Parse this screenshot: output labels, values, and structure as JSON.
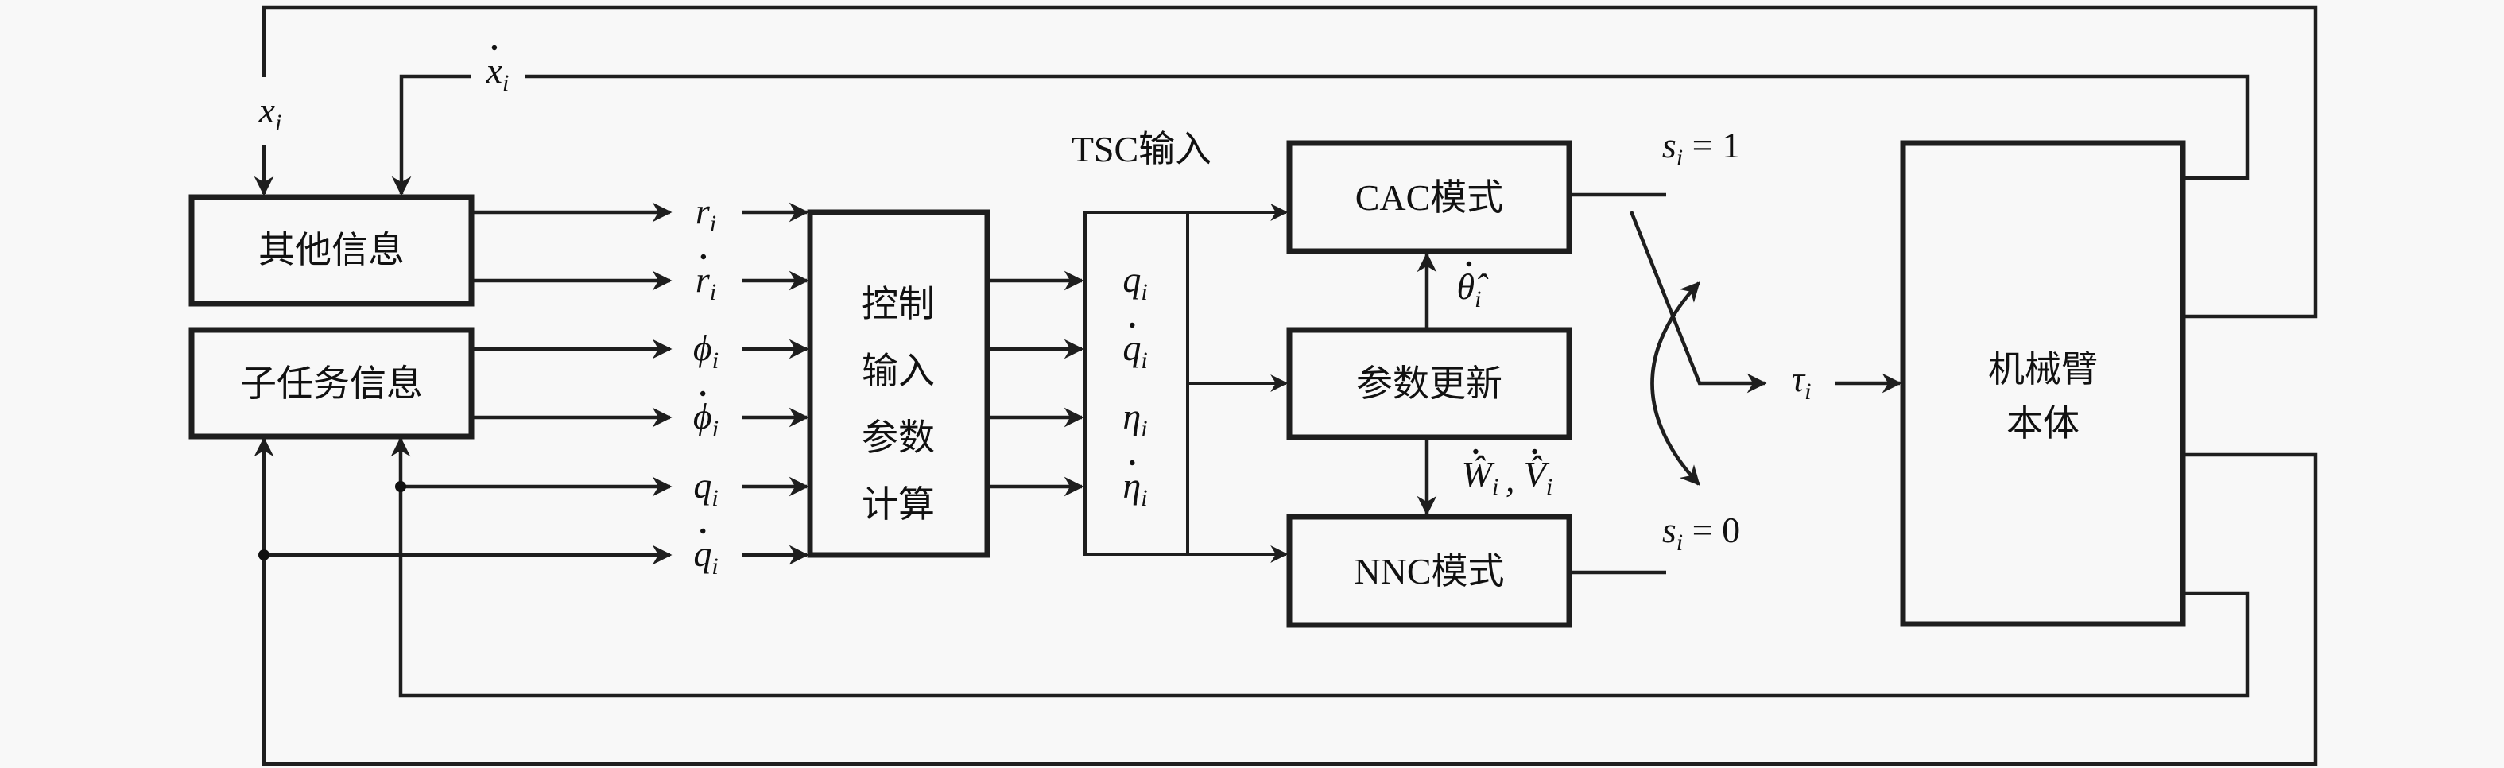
{
  "title": "TSC control system block diagram",
  "colors": {
    "background": "#f8f8f8",
    "stroke": "#1e1e1e"
  },
  "blocks": {
    "other_info": "其他信息",
    "subtask_info": "子任务信息",
    "control_calc": [
      "控制",
      "输入",
      "参数",
      "计算"
    ],
    "tsc_input_label": "TSC输入",
    "cac_mode": "CAC模式",
    "param_update": "参数更新",
    "nnc_mode": "NNC模式",
    "robot_arm": [
      "机械臂",
      "本体"
    ]
  },
  "signals": {
    "x": {
      "base": "x",
      "sub": "i",
      "dot": false
    },
    "x_dot": {
      "base": "x",
      "sub": "i",
      "dot": true
    },
    "inputs": [
      {
        "base": "r",
        "sub": "i",
        "dot": false
      },
      {
        "base": "r",
        "sub": "i",
        "dot": true
      },
      {
        "base": "ϕ",
        "sub": "i",
        "dot": false
      },
      {
        "base": "ϕ",
        "sub": "i",
        "dot": true
      },
      {
        "base": "q",
        "sub": "i",
        "dot": false
      },
      {
        "base": "q",
        "sub": "i",
        "dot": true
      }
    ],
    "tsc_outputs": [
      {
        "base": "q",
        "sub": "i",
        "dot": false
      },
      {
        "base": "q",
        "sub": "i",
        "dot": true
      },
      {
        "base": "η",
        "sub": "i",
        "dot": false
      },
      {
        "base": "η",
        "sub": "i",
        "dot": true
      }
    ],
    "theta_hat_dot": {
      "base": "θ̂",
      "sub": "i",
      "dot": true
    },
    "w_hat_dot": {
      "base": "Ŵ",
      "sub": "i",
      "dot": true
    },
    "separator": ",",
    "v_hat_dot": {
      "base": "V̂",
      "sub": "i",
      "dot": true
    },
    "tau": {
      "base": "τ",
      "sub": "i"
    },
    "switch_on": {
      "base": "s",
      "sub": "i",
      "rhs": " = 1"
    },
    "switch_off": {
      "base": "s",
      "sub": "i",
      "rhs": " = 0"
    }
  }
}
